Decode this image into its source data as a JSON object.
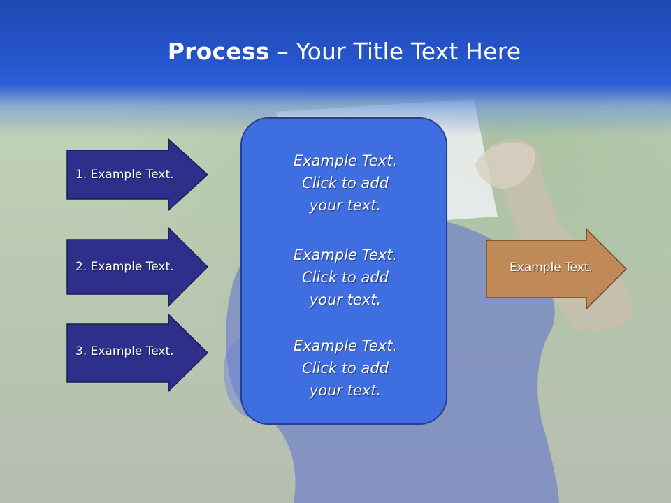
{
  "slide": {
    "title_bold": "Process",
    "title_rest": " – Your Title Text Here"
  },
  "left_arrows": [
    {
      "label": "1. Example Text."
    },
    {
      "label": "2. Example Text."
    },
    {
      "label": "3. Example Text."
    }
  ],
  "center_box": {
    "blocks": [
      {
        "text": "Example Text.\nClick  to add\nyour text."
      },
      {
        "text": "Example Text.\nClick  to add\nyour text."
      },
      {
        "text": "Example Text.\nClick  to add\nyour text."
      }
    ]
  },
  "right_arrow": {
    "label": "Example Text."
  },
  "colors": {
    "title_bar": "#2655cc",
    "left_arrow_fill": "#2d2f8a",
    "center_box_fill": "#3f6ee0",
    "right_arrow_fill": "#c08a58"
  }
}
